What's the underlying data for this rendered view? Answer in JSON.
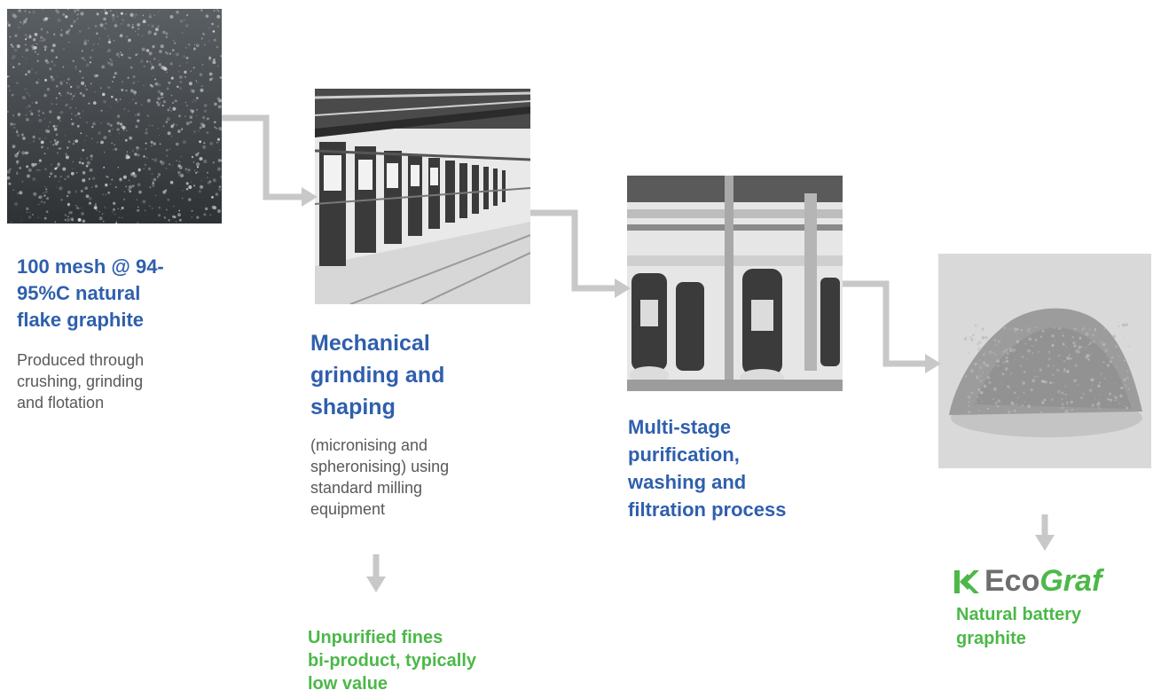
{
  "steps": [
    {
      "icon": "graphite-flake-photo",
      "heading": "100 mesh @ 94-95%C natural flake graphite",
      "heading_lines": [
        "100 mesh @ 94-",
        "95%C natural",
        "flake graphite"
      ],
      "description_lines": [
        "Produced through",
        "crushing, grinding",
        "and flotation"
      ]
    },
    {
      "icon": "milling-factory-photo",
      "heading_lines": [
        "Mechanical",
        "grinding and",
        "shaping"
      ],
      "description_lines": [
        "(micronising and",
        "spheronising) using",
        "standard milling",
        "equipment"
      ]
    },
    {
      "icon": "purification-plant-photo",
      "heading_lines": [
        "Multi-stage",
        "purification,",
        "washing and",
        "filtration process"
      ]
    },
    {
      "icon": "battery-graphite-powder-photo"
    }
  ],
  "byproduct": {
    "lines": [
      "Unpurified fines",
      "bi-product, typically",
      "low value"
    ]
  },
  "brand": {
    "logo_icon": "ecograf-k-logo",
    "eco": "Eco",
    "graf": "Graf",
    "caption_lines": [
      "Natural battery",
      "graphite"
    ]
  },
  "colors": {
    "heading_blue": "#2f5fad",
    "body_gray": "#595959",
    "accent_green": "#4cb848",
    "arrow_gray": "#c8c8c8"
  }
}
